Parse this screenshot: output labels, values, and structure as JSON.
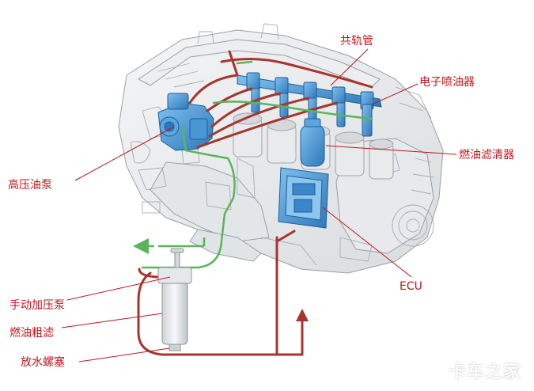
{
  "labels": {
    "common_rail": "共轨管",
    "injector": "电子喷油器",
    "fuel_filter": "燃油滤清器",
    "ecu": "ECU",
    "hp_pump": "高压油泵",
    "hand_pump": "手动加压泵",
    "coarse_filter": "燃油粗滤",
    "drain_plug": "放水螺塞"
  },
  "watermark": "卡车之家",
  "colors": {
    "fuel_line_red": "#a8342e",
    "return_line_green": "#5bb45a",
    "component_blue": "#3f8fd1",
    "label_red": "#c0171c",
    "engine_line": "#9aa0a6"
  }
}
